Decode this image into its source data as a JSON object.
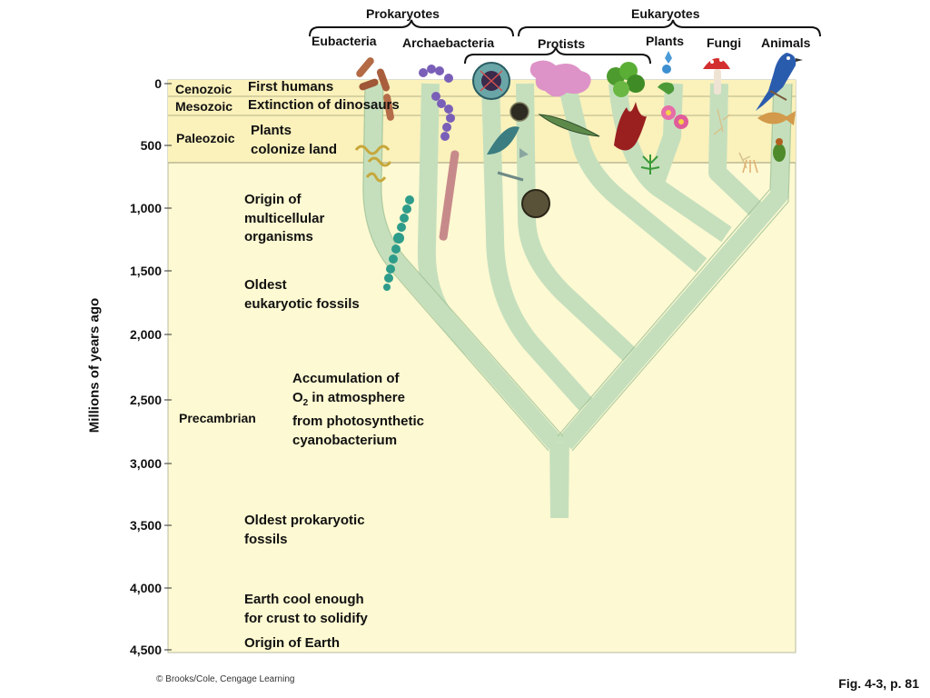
{
  "groups": {
    "prokaryotes": "Prokaryotes",
    "eukaryotes": "Eukaryotes",
    "eubacteria": "Eubacteria",
    "archaebacteria": "Archaebacteria",
    "protists": "Protists",
    "plants": "Plants",
    "fungi": "Fungi",
    "animals": "Animals"
  },
  "axis": {
    "label": "Millions of years ago",
    "ticks": [
      "0",
      "500",
      "1,000",
      "1,500",
      "2,000",
      "2,500",
      "3,000",
      "3,500",
      "4,000",
      "4,500"
    ]
  },
  "eras": {
    "cenozoic": "Cenozoic",
    "mesozoic": "Mesozoic",
    "paleozoic": "Paleozoic",
    "precambrian": "Precambrian"
  },
  "events": {
    "first_humans": "First humans",
    "dinosaurs": "Extinction of dinosaurs",
    "plants_land": [
      "Plants",
      "colonize land"
    ],
    "multicellular": [
      "Origin of",
      "multicellular",
      "organisms"
    ],
    "eukaryotic_fossils": [
      "Oldest",
      "eukaryotic fossils"
    ],
    "oxygen": {
      "line1": "Accumulation of",
      "o2_prefix": "O",
      "o2_sub": "2",
      "o2_suffix": " in atmosphere",
      "line3": "from photosynthetic",
      "line4": "cyanobacterium"
    },
    "prokaryotic_fossils": [
      "Oldest prokaryotic",
      "fossils"
    ],
    "crust": [
      "Earth cool enough",
      "for crust to solidify"
    ],
    "origin_earth": "Origin of Earth"
  },
  "credit": "© Brooks/Cole, Cengage Learning",
  "figure_ref": "Fig. 4-3, p. 81",
  "colors": {
    "panel": "#fdf9d2",
    "band": "#faf1bb",
    "branch": "#c5dfbd",
    "bracket": "#111111"
  },
  "icons": [
    "rod-bacteria-icon",
    "coccus-chain-icon",
    "spirillum-icon",
    "cyanobacterium-filament-icon",
    "radiolarian-icon",
    "amoeba-icon",
    "diatom-icon",
    "euglena-icon",
    "seaweed-icon",
    "moss-icon",
    "flower-icon",
    "mushroom-icon",
    "bird-icon",
    "fish-icon",
    "beetle-icon",
    "fungus-hyphae-icon"
  ]
}
